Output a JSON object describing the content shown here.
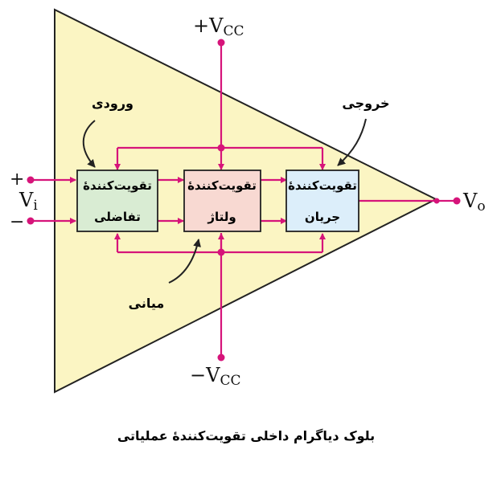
{
  "diagram": {
    "supply_pos": "+V",
    "supply_pos_sub": "CC",
    "supply_neg": "−V",
    "supply_neg_sub": "CC",
    "input_plus": "+",
    "input_minus": "−",
    "input_label": "V",
    "input_label_sub": "i",
    "output_label": "V",
    "output_label_sub": "o",
    "blocks": [
      {
        "line1": "تقویت‌کنندهٔ",
        "line2": "تفاضلی",
        "color": "#d9ecd3"
      },
      {
        "line1": "تقویت‌کنندهٔ",
        "line2": "ولتاژ",
        "color": "#f8d9d2"
      },
      {
        "line1": "تقویت‌کنندهٔ",
        "line2": "جریان",
        "color": "#dceefa"
      }
    ],
    "annotations": {
      "input_stage": "ورودی",
      "middle_stage": "میانی",
      "output_stage": "خروجی"
    },
    "caption": "بلوک دیاگرام داخلی تقویت‌کنندهٔ عملیاتی",
    "colors": {
      "triangle": "#fbf5c3",
      "wire": "#d6147a",
      "outline": "#222222"
    }
  }
}
